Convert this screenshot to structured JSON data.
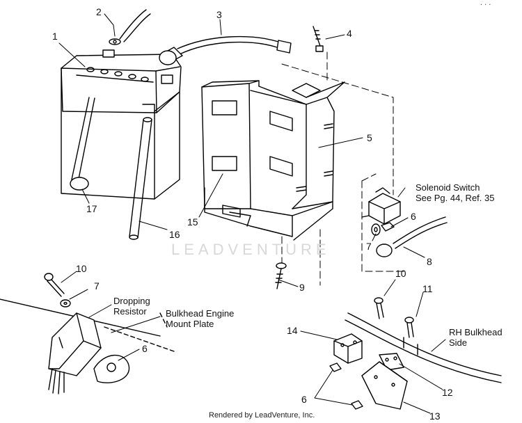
{
  "header": {
    "top_right_text": ". . ."
  },
  "callouts": {
    "c1": "1",
    "c2": "2",
    "c3": "3",
    "c4": "4",
    "c5": "5",
    "c6a": "6",
    "c6b": "6",
    "c6c": "6",
    "c7a": "7",
    "c7b": "7",
    "c8": "8",
    "c9": "9",
    "c10a": "10",
    "c10b": "10",
    "c11": "11",
    "c12": "12",
    "c13": "13",
    "c14": "14",
    "c15": "15",
    "c16": "16",
    "c17": "17"
  },
  "notes": {
    "solenoid_line1": "Solenoid Switch",
    "solenoid_line2": "See Pg. 44, Ref. 35",
    "dropping_line1": "Dropping",
    "dropping_line2": "Resistor",
    "bulkhead_line1": "Bulkhead Engine",
    "bulkhead_line2": "Mount Plate",
    "rh_line1": "RH Bulkhead",
    "rh_line2": "Side"
  },
  "watermark": "LEADVENTURE",
  "footer": "Rendered by LeadVenture, Inc."
}
